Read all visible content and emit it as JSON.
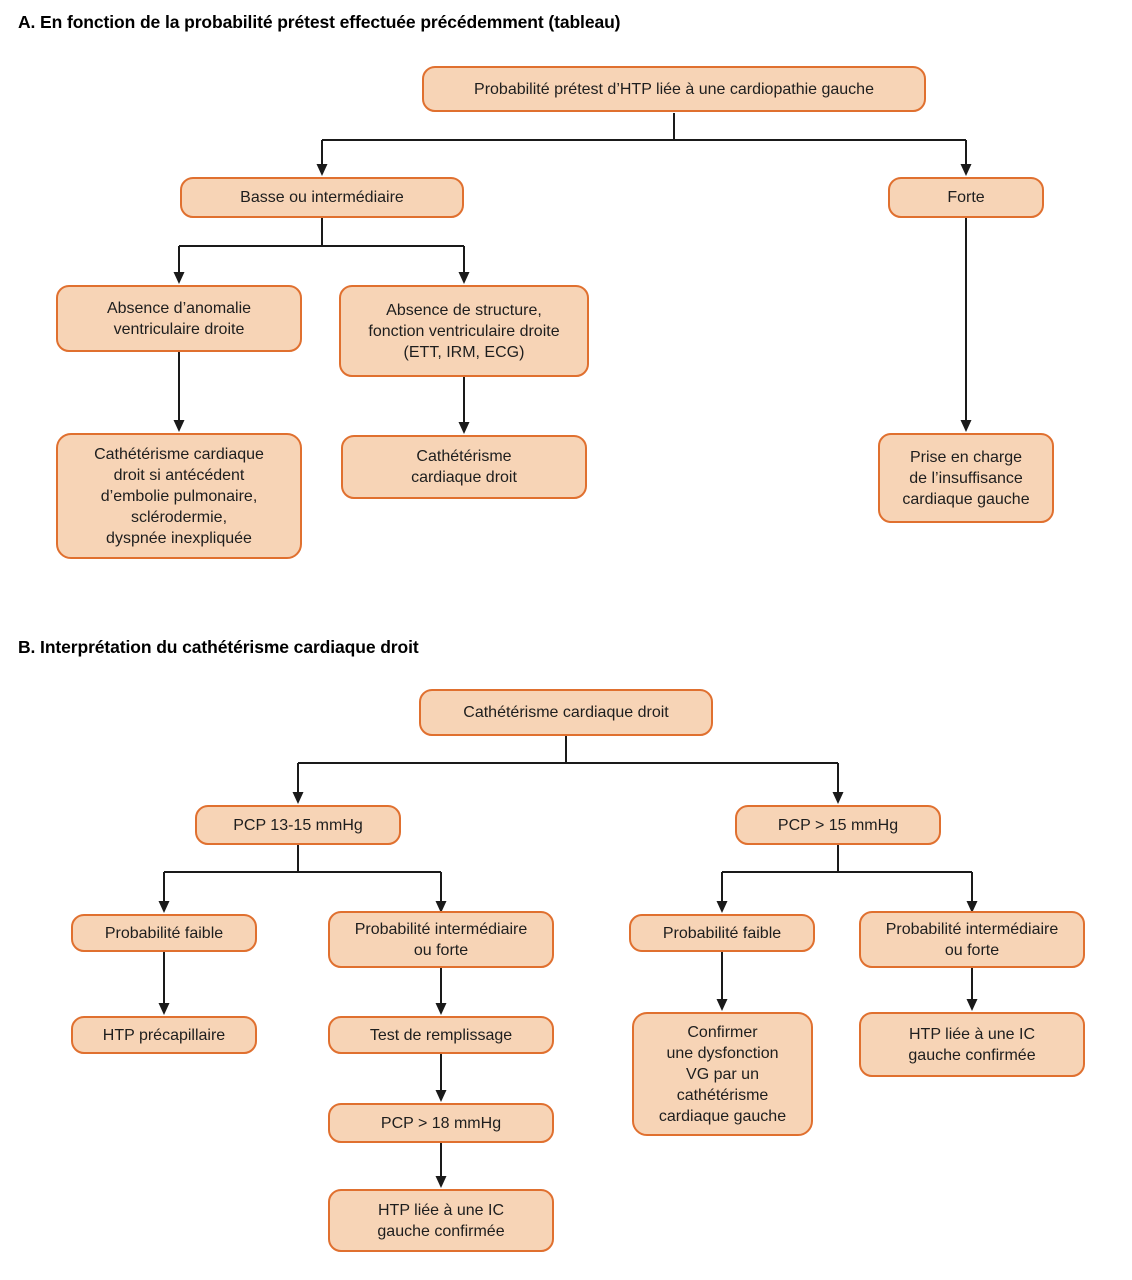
{
  "colors": {
    "node_fill": "#f7d4b6",
    "node_border": "#e0702f",
    "line_color": "#1a1a1a",
    "text_color": "#1e1e1e",
    "page_bg": "#ffffff"
  },
  "sections": {
    "a": {
      "title": "A. En fonction de la probabilité prétest effectuée précédemment (tableau)",
      "nodes": {
        "root": {
          "label": "Probabilité prétest d’HTP liée à une cardiopathie gauche"
        },
        "basse_intermediaire": {
          "label": "Basse ou intermédiaire"
        },
        "forte": {
          "label": "Forte"
        },
        "absence_anomalie": {
          "label": "Absence d’anomalie\nventriculaire droite"
        },
        "absence_structure": {
          "label": "Absence de structure,\nfonction ventriculaire droite\n(ETT, IRM, ECG)"
        },
        "catheterisme_si_antecedent": {
          "label": "Cathétérisme cardiaque\ndroit si antécédent\nd’embolie pulmonaire,\nsclérodermie,\ndyspnée inexpliquée"
        },
        "catheterisme_droit": {
          "label": "Cathétérisme\ncardiaque droit"
        },
        "prise_en_charge": {
          "label": "Prise en charge\nde l’insuffisance\ncardiaque gauche"
        }
      }
    },
    "b": {
      "title": "B. Interprétation du cathétérisme cardiaque droit",
      "nodes": {
        "root": {
          "label": "Cathétérisme cardiaque droit"
        },
        "pcp_13_15": {
          "label": "PCP 13-15 mmHg"
        },
        "pcp_sup_15": {
          "label": "PCP > 15 mmHg"
        },
        "prob_faible_gauche": {
          "label": "Probabilité faible"
        },
        "prob_inter_gauche": {
          "label": "Probabilité intermédiaire\nou forte"
        },
        "htp_precapillaire": {
          "label": "HTP précapillaire"
        },
        "test_remplissage": {
          "label": "Test de remplissage"
        },
        "pcp_sup_18": {
          "label": "PCP > 18 mmHg"
        },
        "htp_ic_confirmee_bas": {
          "label": "HTP liée à une IC\ngauche confirmée"
        },
        "prob_faible_droite": {
          "label": "Probabilité faible"
        },
        "prob_inter_droite": {
          "label": "Probabilité intermédiaire\nou forte"
        },
        "confirmer_dysfonction": {
          "label": "Confirmer\nune dysfonction\nVG par un\ncathétérisme\ncardiaque gauche"
        },
        "htp_ic_confirmee_droite": {
          "label": "HTP liée à une IC\ngauche confirmée"
        }
      }
    }
  }
}
